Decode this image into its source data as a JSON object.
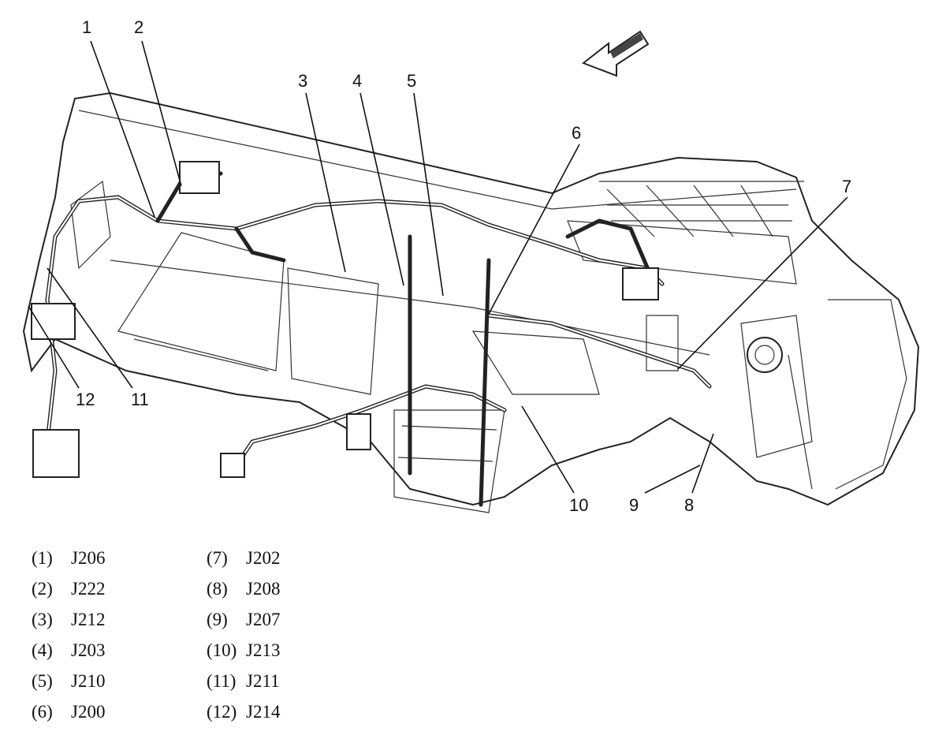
{
  "callouts": [
    "1",
    "2",
    "3",
    "4",
    "5",
    "6",
    "7",
    "8",
    "9",
    "10",
    "11",
    "12"
  ],
  "legend": [
    {
      "num": "(1)",
      "code": "J206"
    },
    {
      "num": "(2)",
      "code": "J222"
    },
    {
      "num": "(3)",
      "code": "J212"
    },
    {
      "num": "(4)",
      "code": "J203"
    },
    {
      "num": "(5)",
      "code": "J210"
    },
    {
      "num": "(6)",
      "code": "J200"
    },
    {
      "num": "(7)",
      "code": "J202"
    },
    {
      "num": "(8)",
      "code": "J208"
    },
    {
      "num": "(9)",
      "code": "J207"
    },
    {
      "num": "(10)",
      "code": "J213"
    },
    {
      "num": "(11)",
      "code": "J211"
    },
    {
      "num": "(12)",
      "code": "J214"
    }
  ],
  "icons": {
    "direction": "front-arrow-icon"
  }
}
